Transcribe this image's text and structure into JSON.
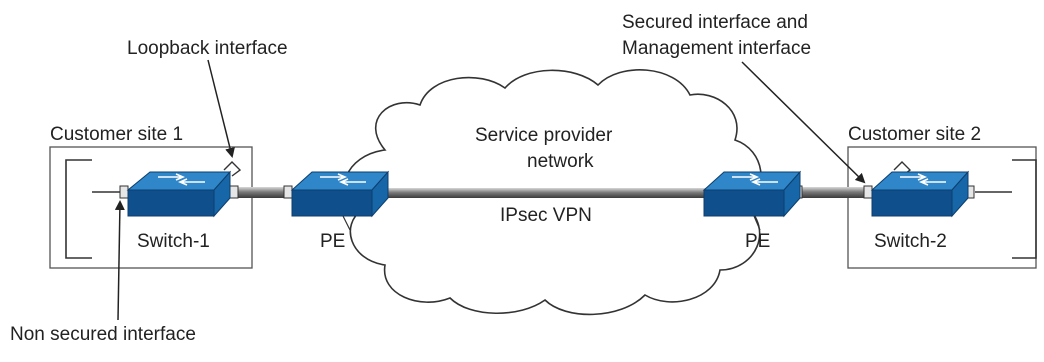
{
  "labels": {
    "loopback": "Loopback interface",
    "secured_line1": "Secured interface and",
    "secured_line2": "Management interface",
    "site1": "Customer site 1",
    "site2": "Customer site 2",
    "cloud_line1": "Service provider",
    "cloud_line2": "network",
    "vpn": "IPsec VPN",
    "switch1": "Switch-1",
    "switch2": "Switch-2",
    "pe_left": "PE",
    "pe_right": "PE",
    "non_secured": "Non secured interface"
  },
  "colors": {
    "switch_top": "#2f86c8",
    "switch_side": "#1766a8",
    "switch_front": "#0f4f8c",
    "line": "#333333",
    "tunnel": "#9a9a9a"
  },
  "icons": [
    "switch-icon",
    "cloud-icon",
    "arrow-icon"
  ]
}
